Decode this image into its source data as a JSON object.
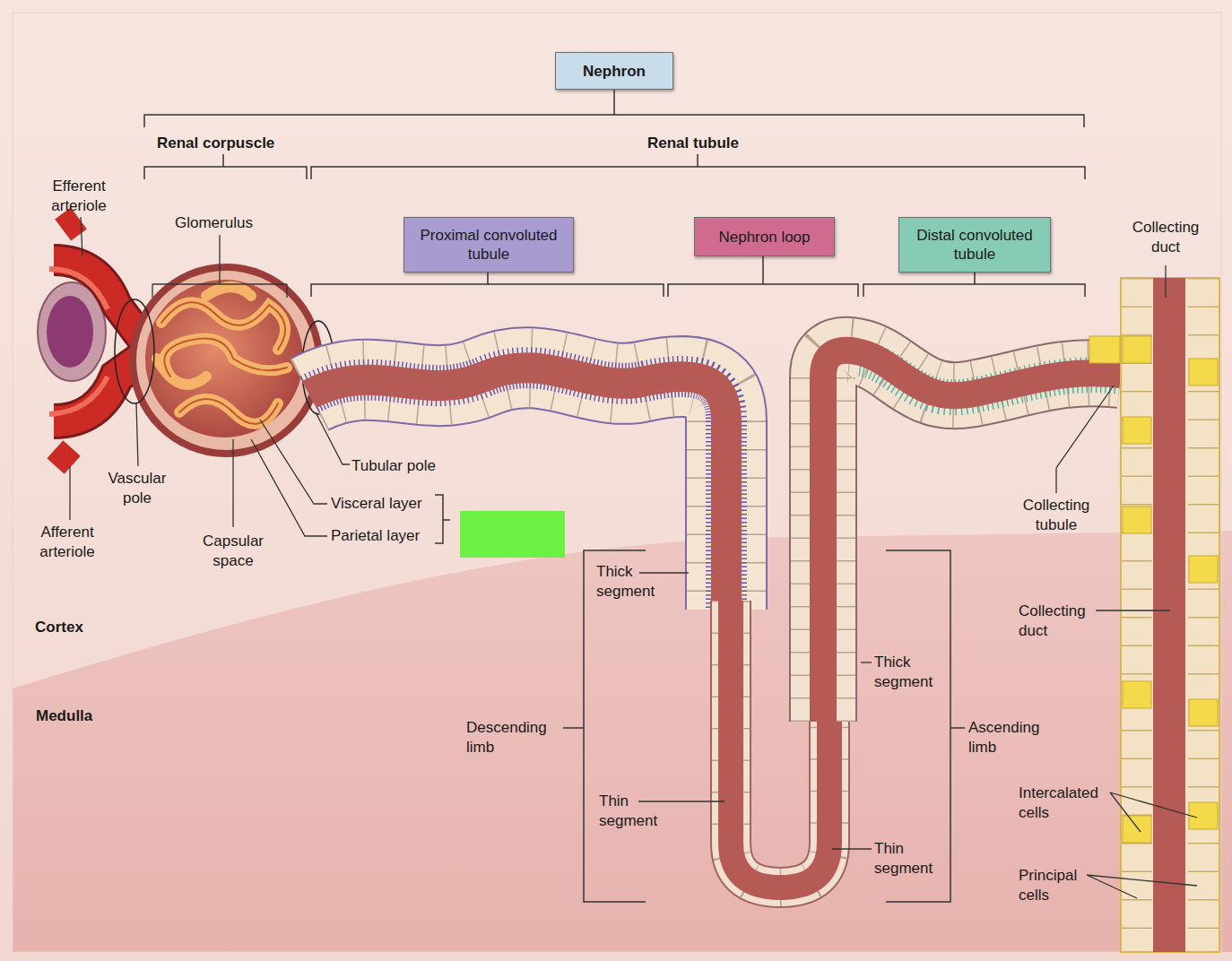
{
  "diagram": {
    "nodes": [
      {
        "text": [
          "Nephron"
        ]
      },
      {
        "text": [
          "Proximal convoluted tubule"
        ]
      },
      {
        "text": [
          "Nephron loop"
        ]
      },
      {
        "text": [
          "Distal convoluted tubule"
        ]
      }
    ],
    "labels": [
      "Renal corpuscle",
      "Renal tubule",
      "Efferent arteriole",
      "Glomerulus",
      "Collecting duct",
      "Vascular pole",
      "Afferent arteriole",
      "Capsular space",
      "Tubular pole",
      "Visceral layer",
      "Parietal layer",
      "Cortex",
      "Medulla",
      "Thick segment",
      "Descending limb",
      "Thin segment",
      "Thick segment",
      "Ascending limb",
      "Thin segment",
      "Collecting tubule",
      "Collecting duct",
      "Intercalated cells",
      "Principal cells"
    ]
  }
}
